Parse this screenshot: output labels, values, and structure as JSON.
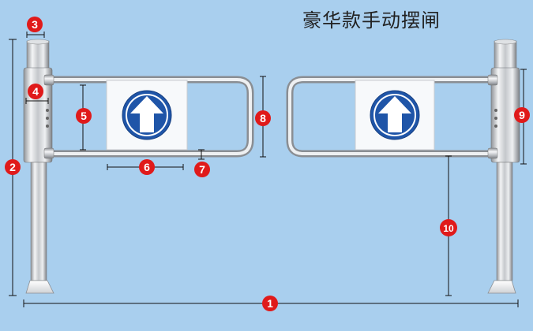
{
  "title": "豪华款手动摆闸",
  "colors": {
    "background": "#a9cfee",
    "badge": "#e01a1a",
    "arrow_disc": "#1f55a8",
    "steel": "#c9ccd0",
    "dimension_line": "#111111"
  },
  "icons": {
    "gate_sign": "up-arrow-icon"
  },
  "labels": {
    "n1": "1",
    "n2": "2",
    "n3": "3",
    "n4": "4",
    "n5": "5",
    "n6": "6",
    "n7": "7",
    "n8": "8",
    "n9": "9",
    "n10": "10"
  }
}
